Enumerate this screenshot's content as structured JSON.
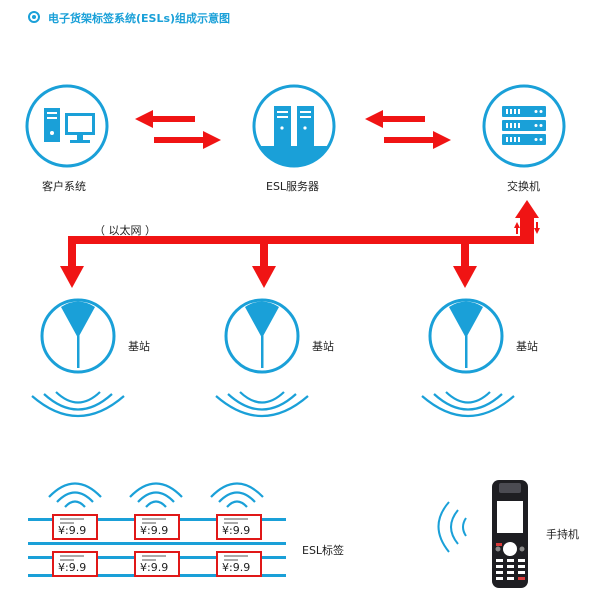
{
  "title": "电子货架标签系统(ESLs)组成示意图",
  "nodes": {
    "client": "客户系统",
    "server": "ESL服务器",
    "switch": "交换机",
    "ethernet": "（ 以太网 ）",
    "base_station": "基站",
    "esl_tags": "ESL标签",
    "handheld": "手持机"
  },
  "tag_price": "¥:9.9",
  "colors": {
    "accent": "#1aa0d8",
    "arrow": "#f01414",
    "tag_border": "#e01818"
  }
}
